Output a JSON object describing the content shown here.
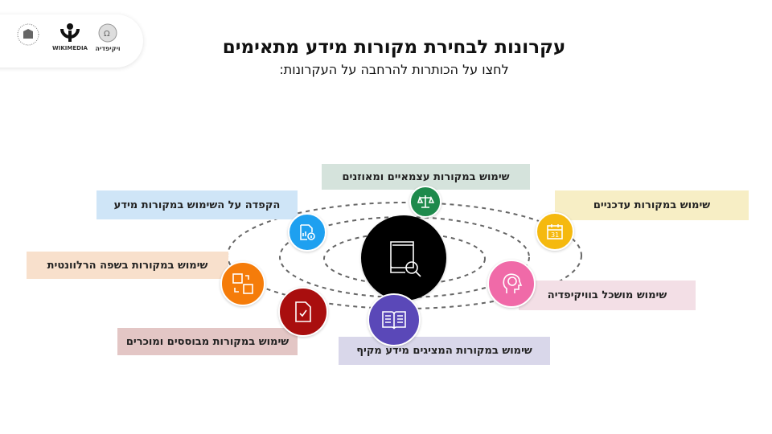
{
  "logos": {
    "wikipedia_he": "ויקיפדיה",
    "wikimedia": "WIKIMEDIA"
  },
  "header": {
    "title": "עקרונות לבחירת מקורות מידע מתאימים",
    "subtitle": "לחצו על הכותרות להרחבה על העקרונות:"
  },
  "principles": [
    {
      "label": "שימוש במקורות עצמאיים ומאוזנים",
      "icon": "scales-icon",
      "color": "#1e8a4c",
      "bg": "#d5e3dc"
    },
    {
      "label": "הקפדה על השימוש במקורות מידע",
      "icon": "document-info-icon",
      "color": "#1ea0f0",
      "bg": "#cfe5f7"
    },
    {
      "label": "שימוש במקורות עדכניים",
      "icon": "calendar-icon",
      "color": "#f5b90f",
      "bg": "#f7eec5"
    },
    {
      "label": "שימוש במקורות בשפה הרלוונטית",
      "icon": "translate-icon",
      "color": "#f57c0a",
      "bg": "#f8e0cc"
    },
    {
      "label": "שימוש מושכל בוויקיפדיה",
      "icon": "brain-head-icon",
      "color": "#f06aa8",
      "bg": "#f3dfe6"
    },
    {
      "label": "שימוש במקורות מבוססים ומוכרים",
      "icon": "document-check-icon",
      "color": "#a90e0e",
      "bg": "#e3c6c5"
    },
    {
      "label": "שימוש במקורות המציגים מידע מקיף",
      "icon": "open-book-icon",
      "color": "#5a48b8",
      "bg": "#d9d7ea"
    }
  ],
  "center": {
    "icon": "book-search-icon",
    "color": "#000000"
  }
}
